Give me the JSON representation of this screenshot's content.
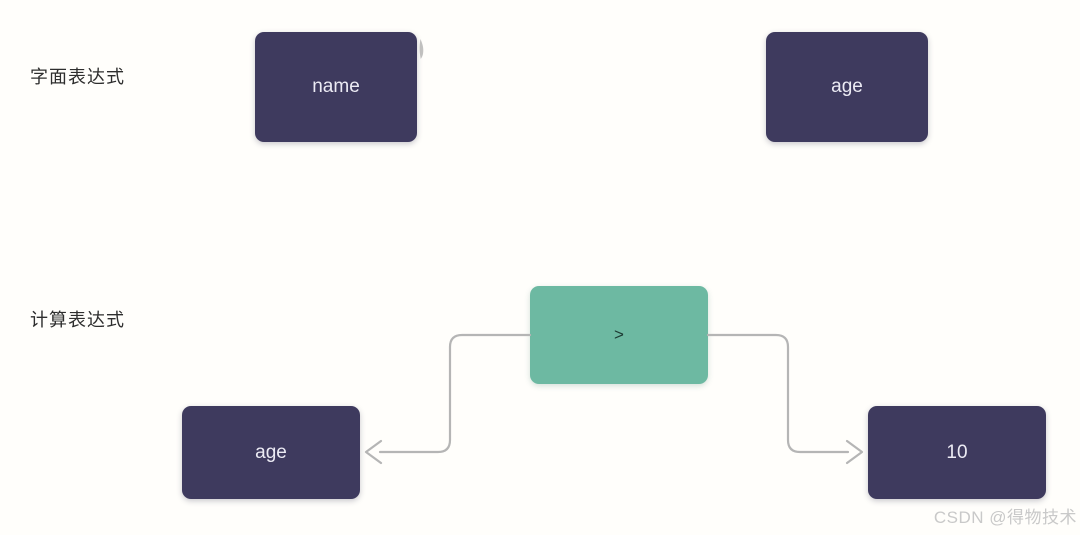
{
  "labels": {
    "literal": "字面表达式",
    "computed": "计算表达式"
  },
  "literal": {
    "boxes": [
      {
        "label": "name"
      },
      {
        "label": "age"
      }
    ]
  },
  "computed": {
    "operator": ">",
    "left_operand": "age",
    "right_operand": "10"
  },
  "watermark": "CSDN @得物技术",
  "colors": {
    "background": "#fffefb",
    "node_fill": "#3e3a5e",
    "node_text": "#ecebf4",
    "operator_fill": "#6db9a2",
    "operator_text": "#1d3a33",
    "connector": "#b5b5b5",
    "label_text": "#2e2e2e",
    "watermark_text": "#c9c9c9"
  }
}
